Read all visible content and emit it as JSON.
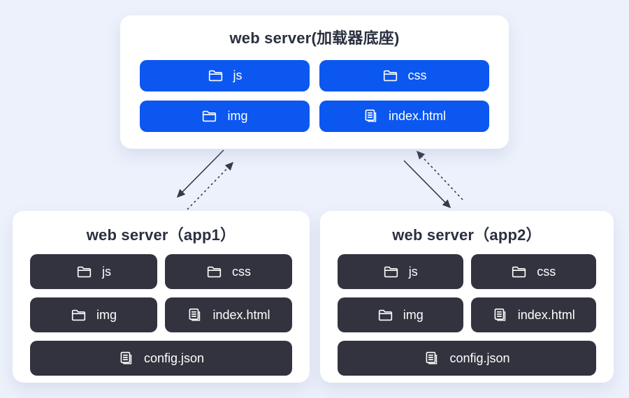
{
  "colors": {
    "background": "#edf1fb",
    "accent_blue": "#0b57f0",
    "dark_button": "#32333e",
    "title_text": "#2b3040",
    "arrow": "#363a49"
  },
  "top_server": {
    "title": "web server(加载器底座)",
    "items": [
      {
        "label": "js",
        "icon": "folder"
      },
      {
        "label": "css",
        "icon": "folder"
      },
      {
        "label": "img",
        "icon": "folder"
      },
      {
        "label": "index.html",
        "icon": "file"
      }
    ]
  },
  "app1": {
    "title": "web server（app1）",
    "items": [
      {
        "label": "js",
        "icon": "folder"
      },
      {
        "label": "css",
        "icon": "folder"
      },
      {
        "label": "img",
        "icon": "folder"
      },
      {
        "label": "index.html",
        "icon": "file"
      },
      {
        "label": "config.json",
        "icon": "file"
      }
    ]
  },
  "app2": {
    "title": "web server（app2）",
    "items": [
      {
        "label": "js",
        "icon": "folder"
      },
      {
        "label": "css",
        "icon": "folder"
      },
      {
        "label": "img",
        "icon": "folder"
      },
      {
        "label": "index.html",
        "icon": "file"
      },
      {
        "label": "config.json",
        "icon": "file"
      }
    ]
  }
}
